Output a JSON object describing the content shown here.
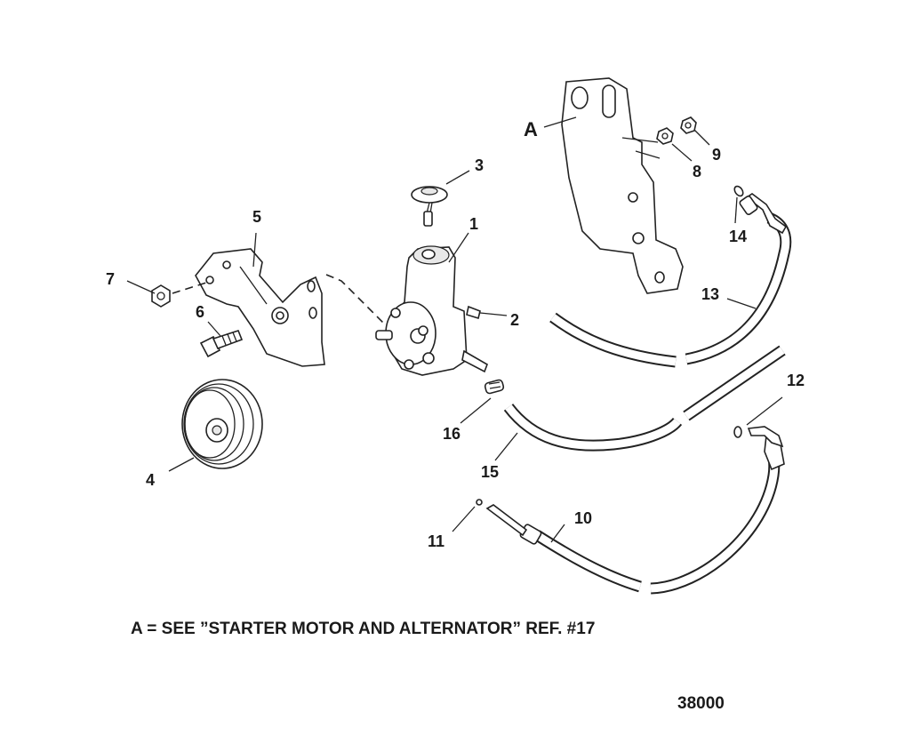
{
  "callouts": {
    "c1": "1",
    "c2": "2",
    "c3": "3",
    "c4": "4",
    "c5": "5",
    "c6": "6",
    "c7": "7",
    "c8": "8",
    "c9": "9",
    "c10": "10",
    "c11": "11",
    "c12": "12",
    "c13": "13",
    "c14": "14",
    "c15": "15",
    "c16": "16",
    "cA": "A"
  },
  "note": "A = SEE ”STARTER MOTOR AND ALTERNATOR” REF. #17",
  "figure_number": "38000"
}
